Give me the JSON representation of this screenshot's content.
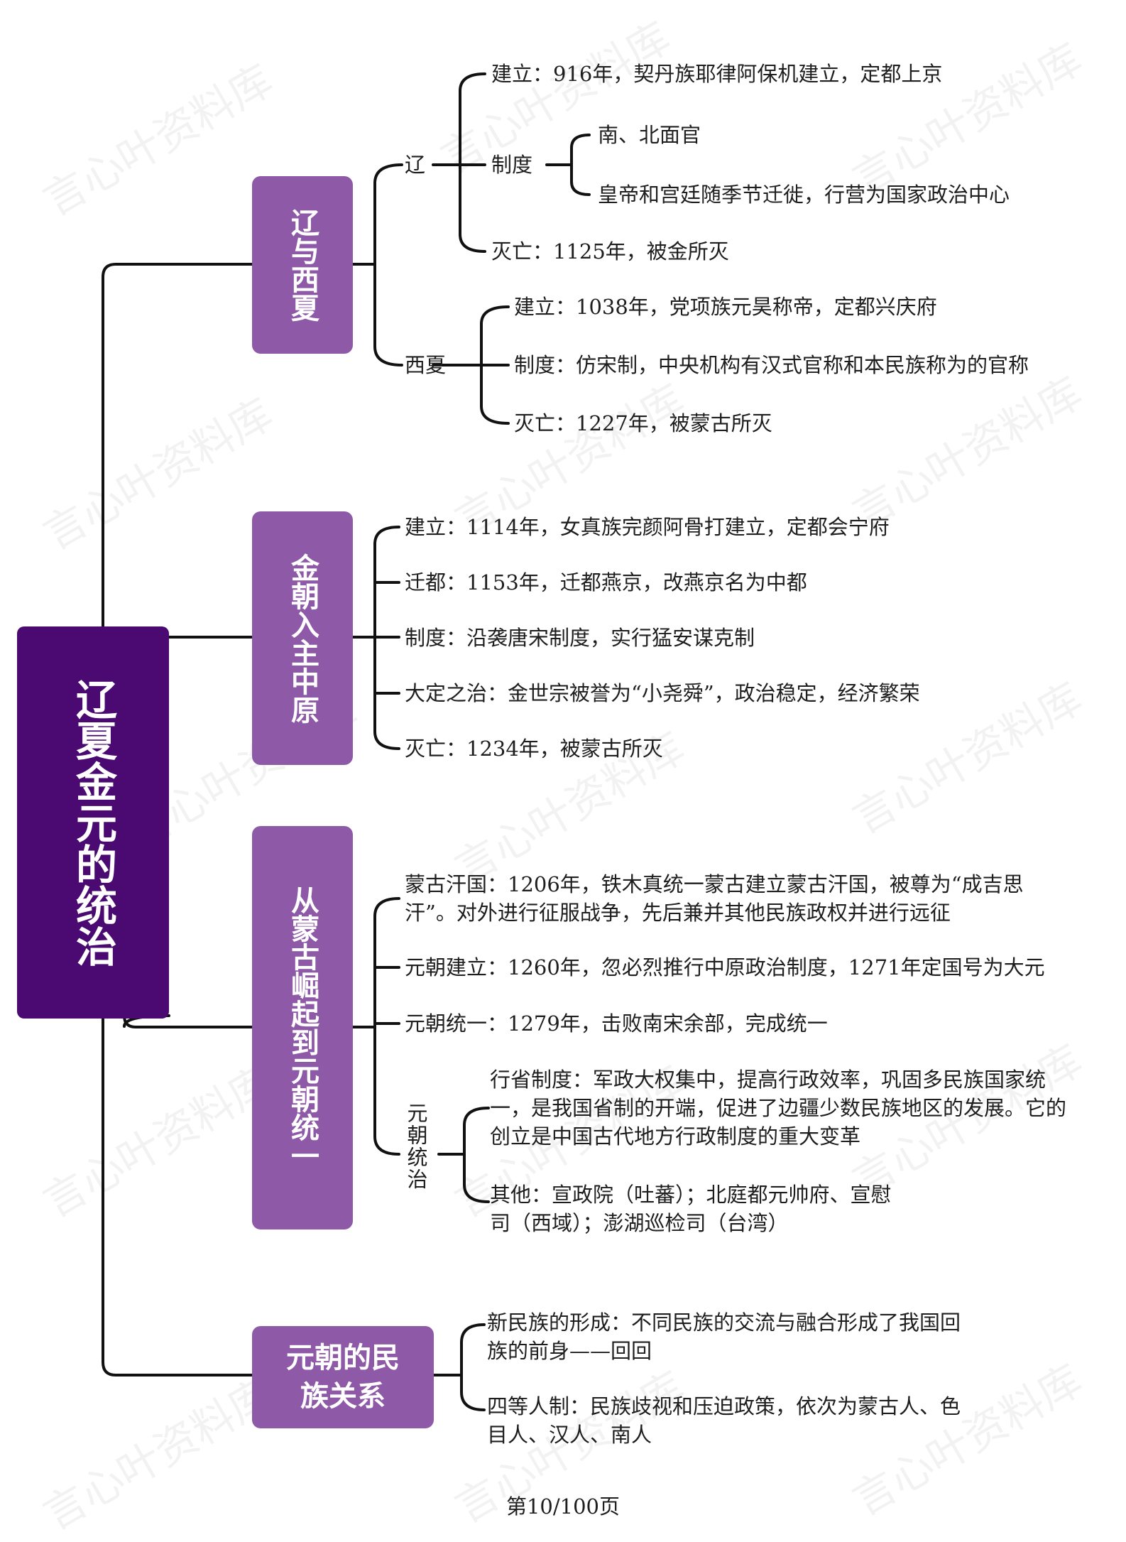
{
  "root": {
    "title": "辽夏金元的统治"
  },
  "branches": [
    {
      "id": "liao-xixia",
      "title": "辽与西夏"
    },
    {
      "id": "jin",
      "title": "金朝入主中原"
    },
    {
      "id": "yuan",
      "title": "从蒙古崛起到元朝统一"
    },
    {
      "id": "yuan-ethnic",
      "title": "元朝的民族关系"
    }
  ],
  "liao": {
    "label": "辽",
    "founding": "建立：916年，契丹族耶律阿保机建立，定都上京",
    "system_label": "制度",
    "system_items": [
      "南、北面官",
      "皇帝和宫廷随季节迁徙，行营为国家政治中心"
    ],
    "fall": "灭亡：1125年，被金所灭"
  },
  "xixia": {
    "label": "西夏",
    "founding": "建立：1038年，党项族元昊称帝，定都兴庆府",
    "system": "制度：仿宋制，中央机构有汉式官称和本民族称为的官称",
    "fall": "灭亡：1227年，被蒙古所灭"
  },
  "jin": {
    "items": [
      "建立：1114年，女真族完颜阿骨打建立，定都会宁府",
      "迁都：1153年，迁都燕京，改燕京名为中都",
      "制度：沿袭唐宋制度，实行猛安谋克制",
      "大定之治：金世宗被誉为“小尧舜”，政治稳定，经济繁荣",
      "灭亡：1234年，被蒙古所灭"
    ]
  },
  "yuan": {
    "mongol_khanate": "蒙古汗国：1206年，铁木真统一蒙古建立蒙古汗国，被尊为“成吉思汗”。对外进行征服战争，先后兼并其他民族政权并进行远征",
    "founding": "元朝建立：1260年，忽必烈推行中原政治制度，1271年定国号为大元",
    "unification": "元朝统一：1279年，击败南宋余部，完成统一",
    "rule_label": "元朝统治",
    "province_system": "行省制度：军政大权集中，提高行政效率，巩固多民族国家统一，是我国省制的开端，促进了边疆少数民族地区的发展。它的创立是中国古代地方行政制度的重大变革",
    "others": "其他：宣政院（吐蕃）；北庭都元帅府、宣慰司（西域）；澎湖巡检司（台湾）"
  },
  "yuan_ethnic": {
    "new_ethnic": "新民族的形成：不同民族的交流与融合形成了我国回族的前身——回回",
    "four_classes": "四等人制：民族歧视和压迫政策，依次为蒙古人、色目人、汉人、南人"
  },
  "footer": "第10/100页",
  "watermark": "言心叶资料库",
  "colors": {
    "root": "#4a0a72",
    "branch": "#8e5aa8",
    "line": "#111111"
  }
}
